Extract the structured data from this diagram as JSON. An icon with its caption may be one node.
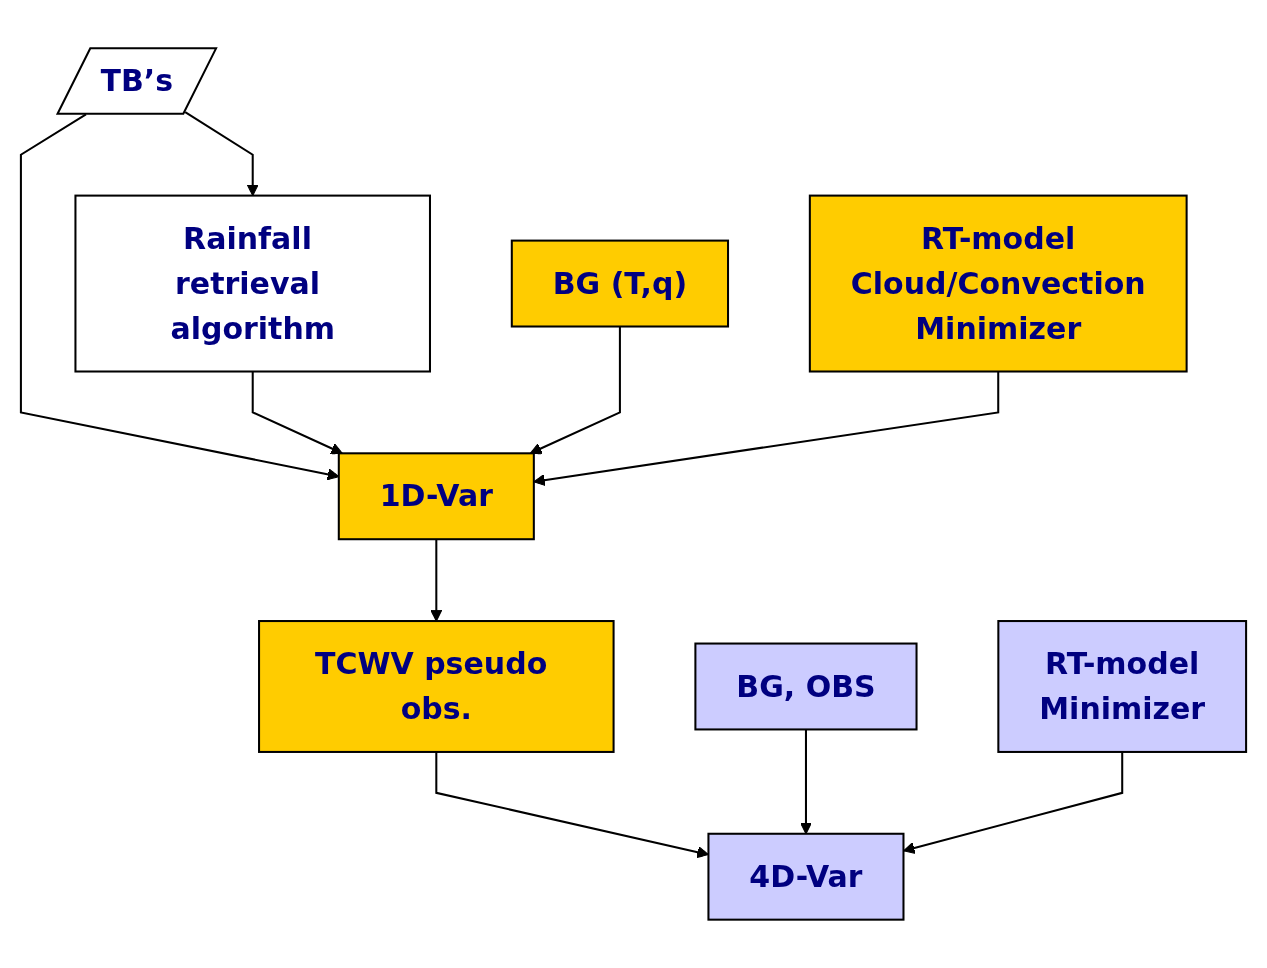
{
  "diagram": {
    "nodes": [
      {
        "text": [
          "TB’s"
        ]
      },
      {
        "text": [
          "Rainfall retrieval algorithm"
        ]
      },
      {
        "text": [
          "BG (T,q)"
        ]
      },
      {
        "text": [
          "1D-Var"
        ]
      },
      {
        "text": [
          "RT-model",
          "Cloud/Convection",
          "Minimizer"
        ]
      },
      {
        "text": [
          "TCWV pseudo obs."
        ]
      },
      {
        "text": [
          "BG, OBS"
        ]
      },
      {
        "text": [
          "4D-Var"
        ]
      },
      {
        "text": [
          "RT-model",
          "Minimizer"
        ]
      }
    ],
    "edges": [
      {
        "from": 0,
        "to": 1,
        "arrow": "to"
      },
      {
        "from": 0,
        "to": 3,
        "arrow": "to"
      },
      {
        "from": 1,
        "to": 3,
        "arrow": "to"
      },
      {
        "from": 2,
        "to": 3,
        "arrow": "to"
      },
      {
        "from": 4,
        "to": 3,
        "arrow": "to"
      },
      {
        "from": 3,
        "to": 5,
        "arrow": "to"
      },
      {
        "from": 5,
        "to": 7,
        "arrow": "to"
      },
      {
        "from": 6,
        "to": 7,
        "arrow": "to"
      },
      {
        "from": 8,
        "to": 7,
        "arrow": "to"
      }
    ]
  }
}
